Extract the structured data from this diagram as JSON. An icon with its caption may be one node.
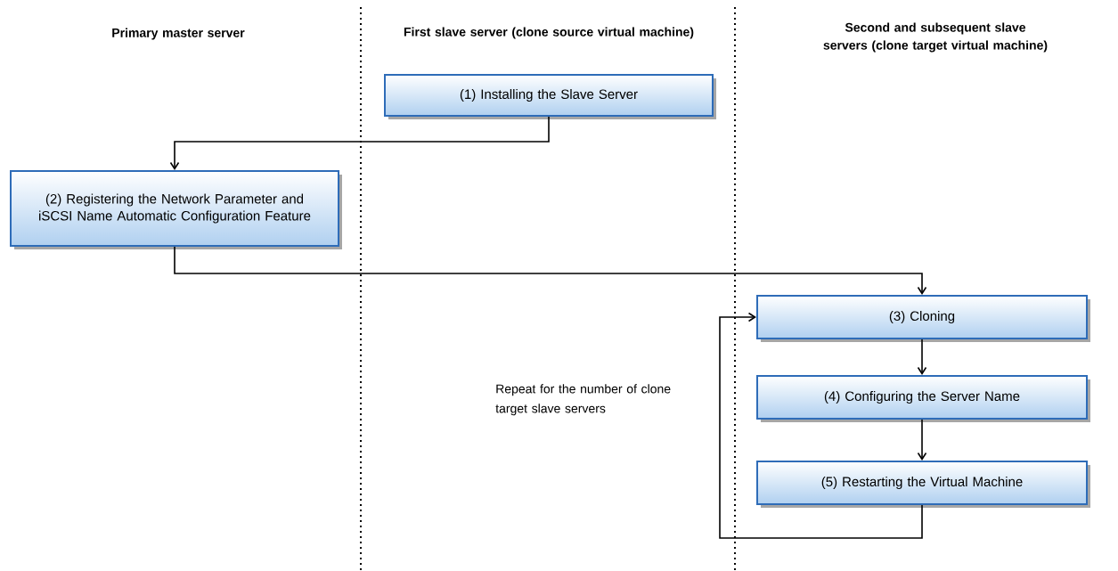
{
  "diagram": {
    "nodes": [
      {
        "text": [
          "(1) Installing the Slave Server"
        ]
      },
      {
        "text": [
          "(2) Registering the Network Parameter and iSCSI Name Automatic Configuration Feature"
        ]
      },
      {
        "text": [
          "(3) Cloning"
        ]
      },
      {
        "text": [
          "(4) Configuring the Server Name"
        ]
      },
      {
        "text": [
          "(5) Restarting the Virtual Machine"
        ]
      }
    ],
    "edges": [
      {
        "from": 0,
        "to": 1,
        "arrow": "to"
      },
      {
        "from": 1,
        "to": 2,
        "arrow": "to"
      },
      {
        "from": 2,
        "to": 3,
        "arrow": "to"
      },
      {
        "from": 3,
        "to": 4,
        "arrow": "to"
      },
      {
        "from": 4,
        "to": 2,
        "arrow": "to",
        "label": "Repeat for the number of clone target slave servers"
      }
    ],
    "labels": [
      "Primary master server",
      "First slave server (clone source virtual machine)",
      "Second and subsequent slave servers (clone target virtual machine)"
    ]
  }
}
